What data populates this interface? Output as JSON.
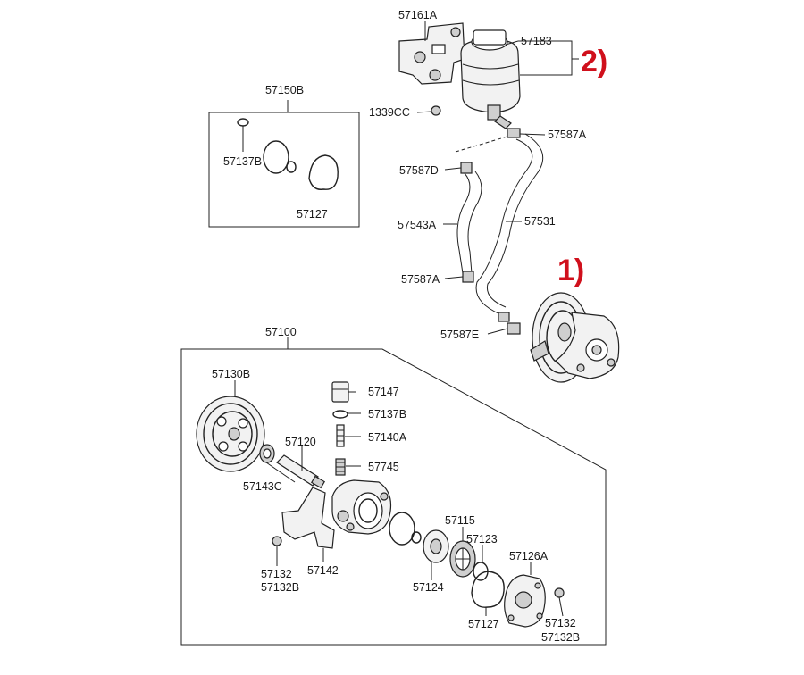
{
  "markers": {
    "pump": "1)",
    "reservoir": "2)",
    "color": "#d0101c"
  },
  "labels": {
    "l57161A": "57161A",
    "l57183": "57183",
    "l1339CC": "1339CC",
    "l57587A_top": "57587A",
    "l57587D": "57587D",
    "l57543A": "57543A",
    "l57531": "57531",
    "l57587A_low": "57587A",
    "l57587E": "57587E",
    "l57150B": "57150B",
    "l57137B_kit": "57137B",
    "l57127_kit": "57127",
    "l57100": "57100",
    "l57130B": "57130B",
    "l57147": "57147",
    "l57137B": "57137B",
    "l57140A": "57140A",
    "l57120": "57120",
    "l57745": "57745",
    "l57143C": "57143C",
    "l57132a": "57132",
    "l57132Ba": "57132B",
    "l57142": "57142",
    "l57115": "57115",
    "l57123": "57123",
    "l57124": "57124",
    "l57126A": "57126A",
    "l57127": "57127",
    "l57132b": "57132",
    "l57132Bb": "57132B"
  }
}
